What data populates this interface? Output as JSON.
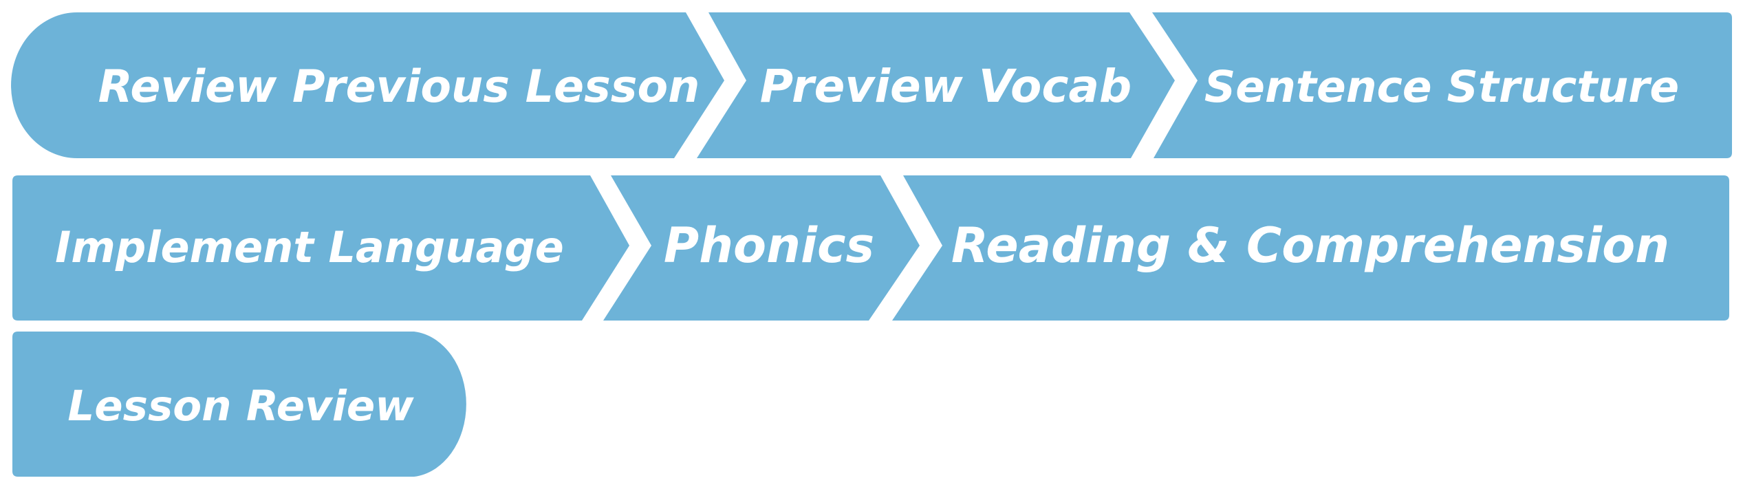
{
  "diagram": {
    "fill_color": "#6db3d8",
    "text_color": "#ffffff",
    "rows": [
      {
        "steps": [
          {
            "label": "Review Previous Lesson",
            "shape": "rounded-start-chevron"
          },
          {
            "label": "Preview Vocab",
            "shape": "chevron"
          },
          {
            "label": "Sentence Structure",
            "shape": "notched-end"
          }
        ]
      },
      {
        "steps": [
          {
            "label": "Implement Language",
            "shape": "square-start-chevron"
          },
          {
            "label": "Phonics",
            "shape": "chevron"
          },
          {
            "label": "Reading & Comprehension",
            "shape": "notched-end"
          }
        ]
      },
      {
        "steps": [
          {
            "label": "Lesson Review",
            "shape": "rounded-end"
          }
        ]
      }
    ]
  }
}
